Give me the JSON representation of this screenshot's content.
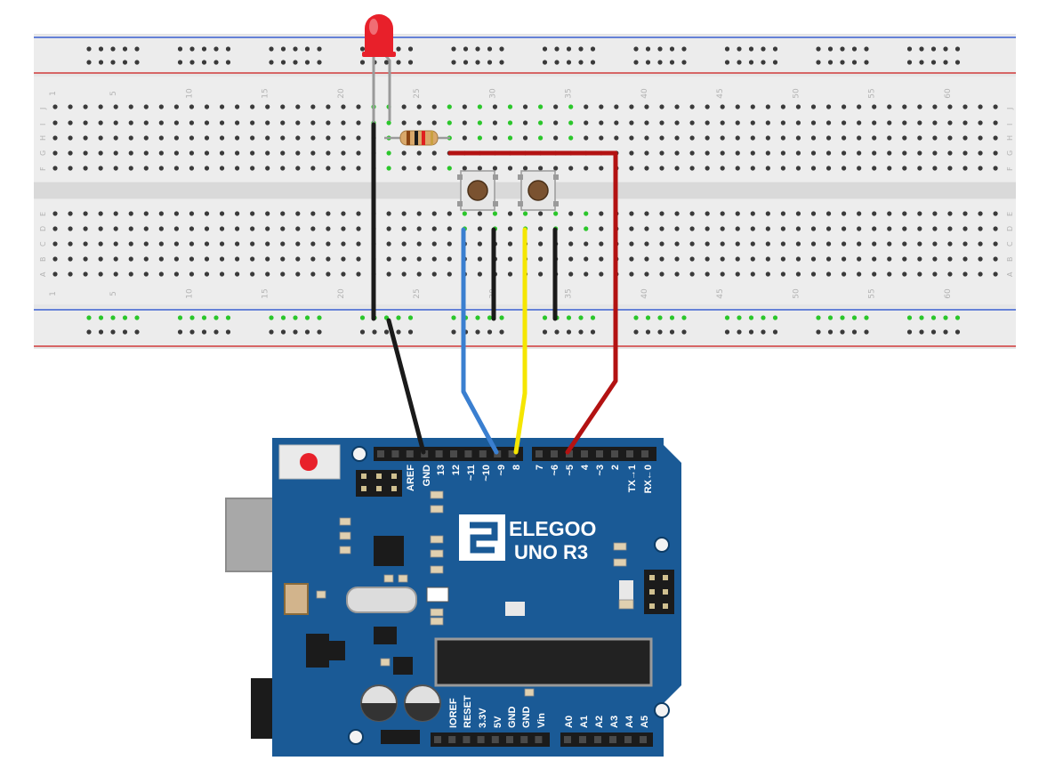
{
  "breadboard": {
    "column_numbers": [
      "1",
      "5",
      "10",
      "15",
      "20",
      "25",
      "30",
      "35",
      "40",
      "45",
      "50",
      "55",
      "60"
    ],
    "rows_top": [
      "J",
      "I",
      "H",
      "G",
      "F"
    ],
    "rows_bottom": [
      "E",
      "D",
      "C",
      "B",
      "A"
    ]
  },
  "board": {
    "brand": "ELEGOO",
    "model": "UNO R3",
    "digital_pins": [
      {
        "id": "aref",
        "label": "AREF"
      },
      {
        "id": "gnd",
        "label": "GND"
      },
      {
        "id": "d13",
        "label": "13"
      },
      {
        "id": "d12",
        "label": "12"
      },
      {
        "id": "d11",
        "label": "~11"
      },
      {
        "id": "d10",
        "label": "~10"
      },
      {
        "id": "d9",
        "label": "~9"
      },
      {
        "id": "d8",
        "label": "8"
      },
      {
        "id": "d7",
        "label": "7"
      },
      {
        "id": "d6",
        "label": "~6"
      },
      {
        "id": "d5",
        "label": "~5"
      },
      {
        "id": "d4",
        "label": "4"
      },
      {
        "id": "d3",
        "label": "~3"
      },
      {
        "id": "d2",
        "label": "2"
      },
      {
        "id": "tx1",
        "label": "TX→1"
      },
      {
        "id": "rx0",
        "label": "RX←0"
      }
    ],
    "power_pins": [
      {
        "id": "ioref",
        "label": "IOREF"
      },
      {
        "id": "reset",
        "label": "RESET"
      },
      {
        "id": "v33",
        "label": "3.3V"
      },
      {
        "id": "v5",
        "label": "5V"
      },
      {
        "id": "gnd1",
        "label": "GND"
      },
      {
        "id": "gnd2",
        "label": "GND"
      },
      {
        "id": "vin",
        "label": "Vin"
      }
    ],
    "analog_pins": [
      {
        "id": "a0",
        "label": "A0"
      },
      {
        "id": "a1",
        "label": "A1"
      },
      {
        "id": "a2",
        "label": "A2"
      },
      {
        "id": "a3",
        "label": "A3"
      },
      {
        "id": "a4",
        "label": "A4"
      },
      {
        "id": "a5",
        "label": "A5"
      }
    ]
  },
  "colors": {
    "board_blue": "#1a5a96",
    "wire_black": "#1a1a1a",
    "wire_blue": "#3a7fd0",
    "wire_yellow": "#f5e600",
    "wire_red": "#b31212",
    "led_red": "#e8202a",
    "hole_green": "#2bc62b"
  }
}
